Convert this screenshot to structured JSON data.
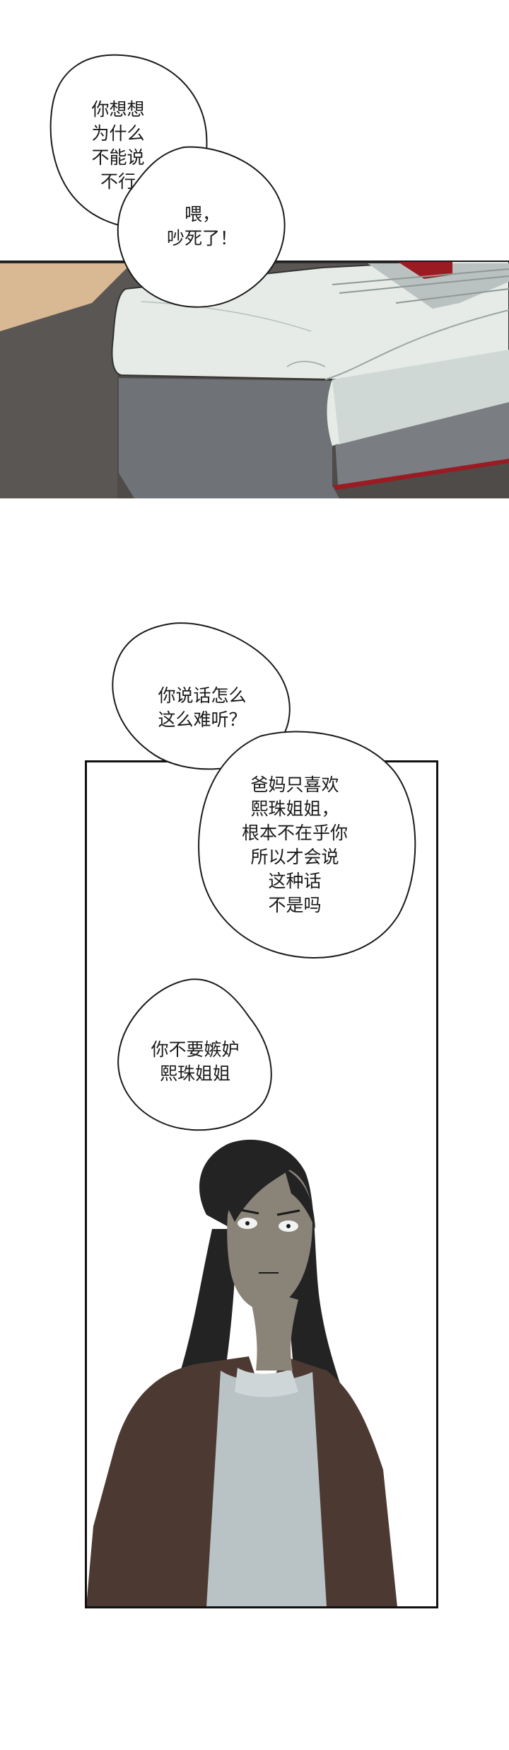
{
  "bubbles": {
    "b1": {
      "lines": [
        "你想想",
        "为什么",
        "不能说",
        "不行"
      ]
    },
    "b2": {
      "lines": [
        "喂，",
        "吵死了！"
      ]
    },
    "b3": {
      "lines": [
        "你说话怎么",
        "这么难听？"
      ]
    },
    "b4": {
      "lines": [
        "爸妈只喜欢",
        "熙珠姐姐，",
        "根本不在乎你",
        "所以才会说",
        "这种话",
        "不是吗"
      ]
    },
    "b5": {
      "lines": [
        "你不要嫉妒",
        "熙珠姐姐"
      ]
    }
  },
  "colors": {
    "background": "#ffffff",
    "desk": "#5a5654",
    "wall": "#d9b894",
    "mattress": "#e6ebe7",
    "bed_base": "#6f7277",
    "red_accent": "#9b1b22",
    "jacket": "#4c3a32",
    "shirt": "#b9c2c4",
    "hair": "#232324",
    "skin": "#8a8378"
  }
}
